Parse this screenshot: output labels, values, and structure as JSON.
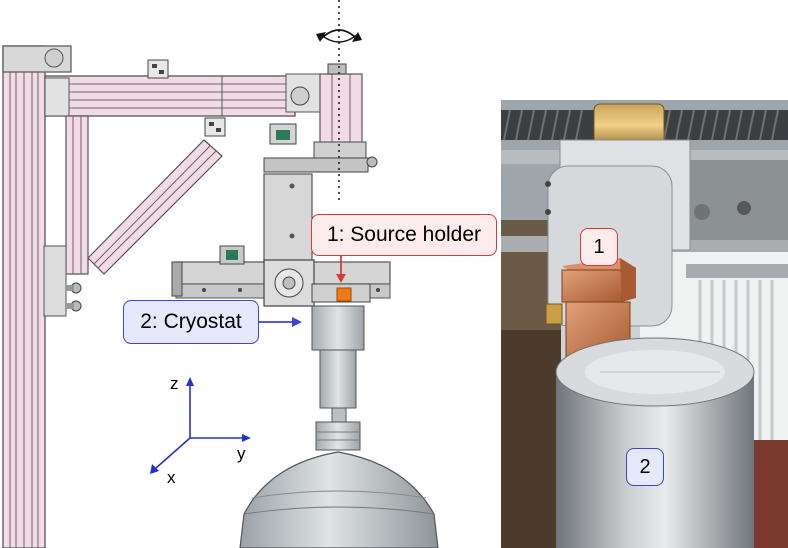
{
  "callouts": {
    "source_holder": "1: Source holder",
    "cryostat": "2: Cryostat"
  },
  "axes": {
    "z": "z",
    "y": "y",
    "x": "x"
  },
  "photo_markers": {
    "one": "1",
    "two": "2"
  },
  "colors": {
    "frame_pink": "#f3dbe6",
    "frame_stroke": "#555555",
    "metal_grey": "#c9cdd1",
    "source_orange": "#f07a1a",
    "callout_red": "#d9393c",
    "callout_blue": "#3c46c8",
    "copper": "#c8784a"
  }
}
